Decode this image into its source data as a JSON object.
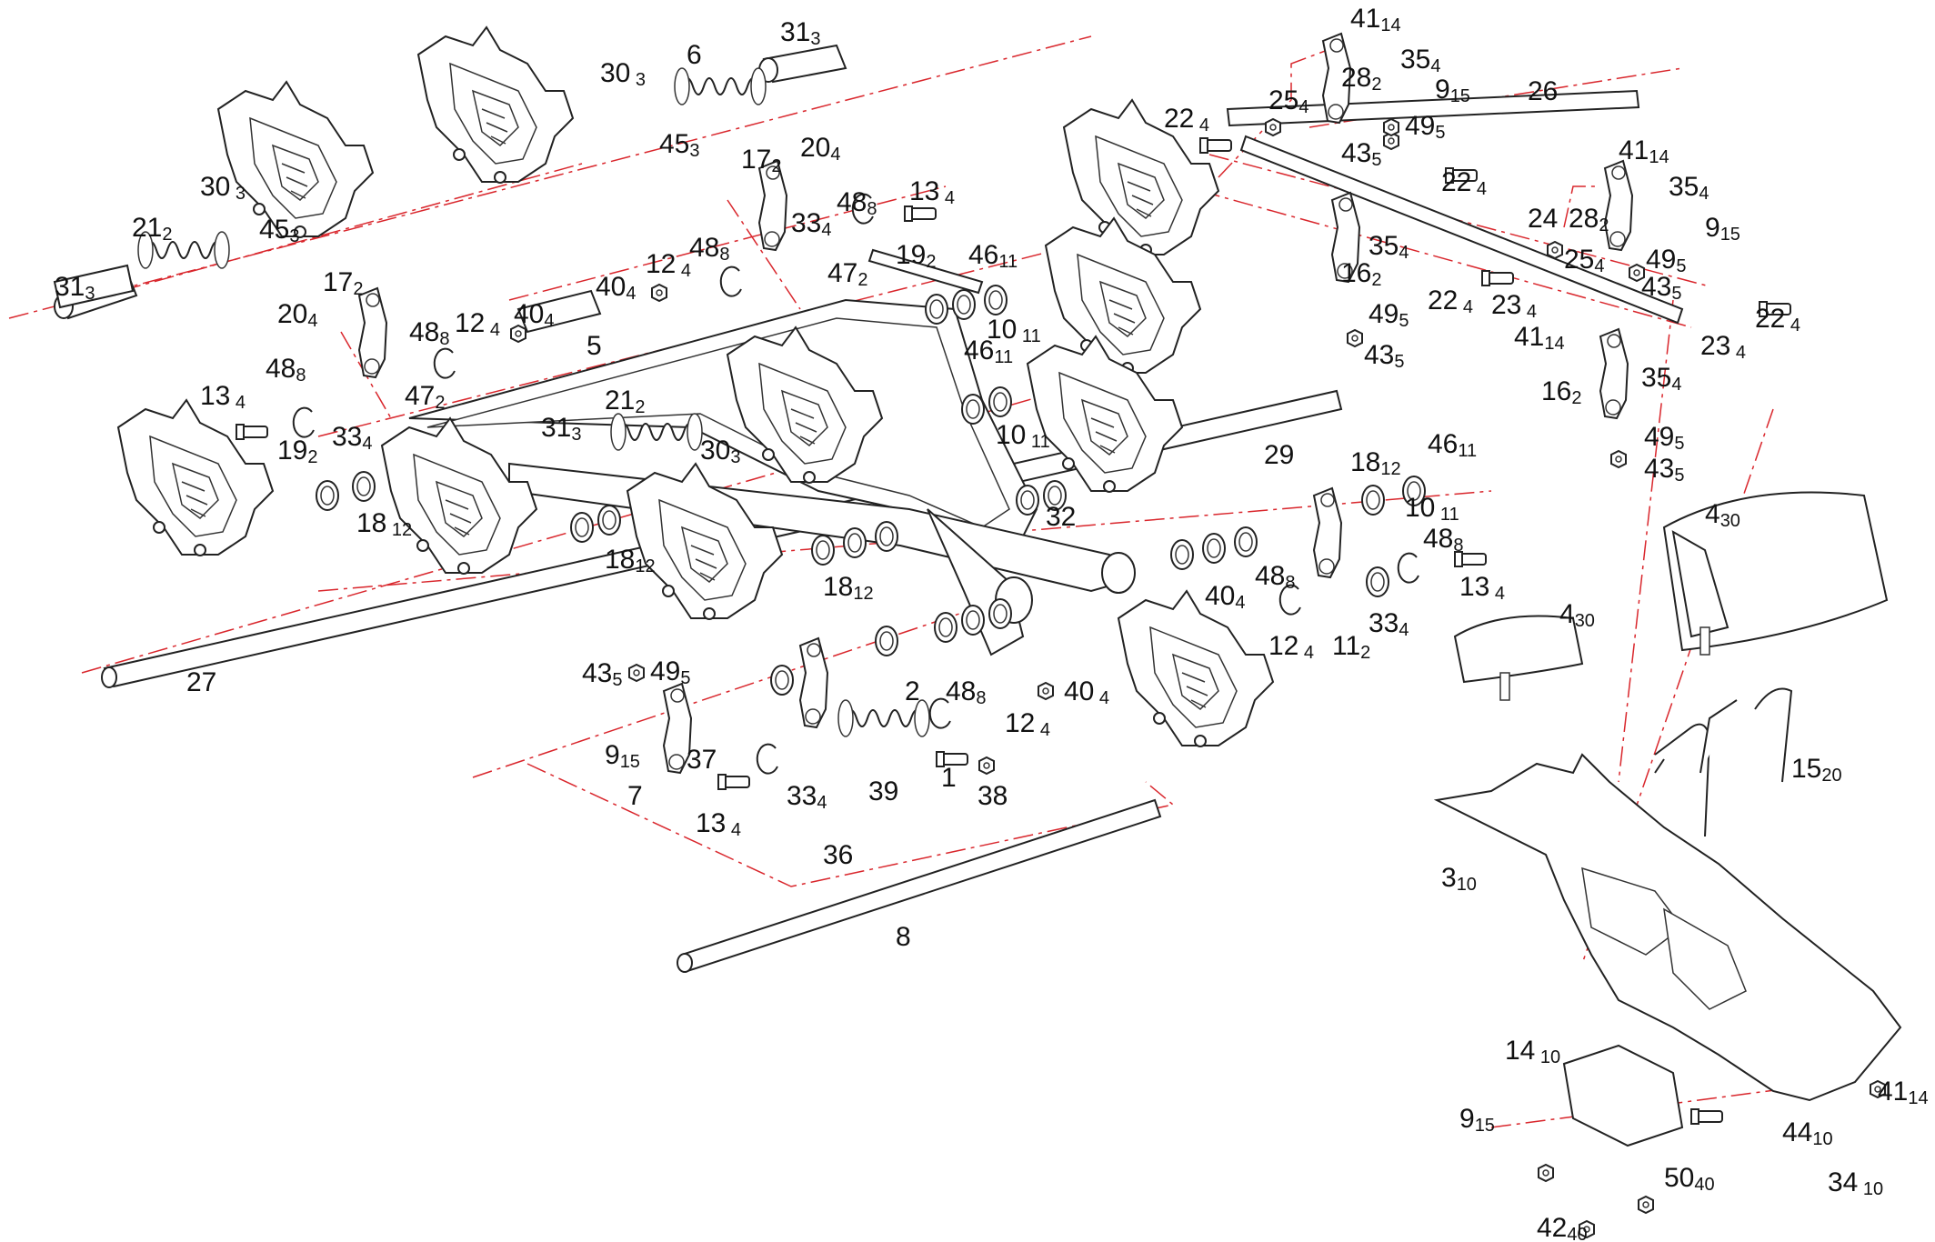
{
  "labels": [
    {
      "id": "p31a",
      "num": "31",
      "sub": "3"
    },
    {
      "id": "p21a",
      "num": "21",
      "sub": "2"
    },
    {
      "id": "p30a",
      "num": "30",
      "sub": " 3"
    },
    {
      "id": "p45a",
      "num": "45",
      "sub": "3"
    },
    {
      "id": "p30b",
      "num": "30",
      "sub": " 3"
    },
    {
      "id": "p6",
      "num": "6",
      "sub": ""
    },
    {
      "id": "p31b",
      "num": "31",
      "sub": "3"
    },
    {
      "id": "p45b",
      "num": "45",
      "sub": "3"
    },
    {
      "id": "p17a",
      "num": "17",
      "sub": "2"
    },
    {
      "id": "p20a",
      "num": "20",
      "sub": "4"
    },
    {
      "id": "p48a",
      "num": "48",
      "sub": "8"
    },
    {
      "id": "p13a",
      "num": "13",
      "sub": " 4"
    },
    {
      "id": "p33a",
      "num": "33",
      "sub": "4"
    },
    {
      "id": "p48b",
      "num": "48",
      "sub": "8"
    },
    {
      "id": "p12a",
      "num": "12",
      "sub": " 4"
    },
    {
      "id": "p40a",
      "num": "40",
      "sub": "4"
    },
    {
      "id": "p47a",
      "num": "47",
      "sub": "2"
    },
    {
      "id": "p19a",
      "num": "19",
      "sub": "2"
    },
    {
      "id": "p46a",
      "num": "46",
      "sub": "11"
    },
    {
      "id": "p17b",
      "num": "17",
      "sub": "2"
    },
    {
      "id": "p20b",
      "num": "20",
      "sub": "4"
    },
    {
      "id": "p48c",
      "num": "48",
      "sub": "8"
    },
    {
      "id": "p12b",
      "num": "12",
      "sub": " 4"
    },
    {
      "id": "p40b",
      "num": "40",
      "sub": "4"
    },
    {
      "id": "p5",
      "num": "5",
      "sub": ""
    },
    {
      "id": "p48d",
      "num": "48",
      "sub": "8"
    },
    {
      "id": "p13b",
      "num": "13",
      "sub": " 4"
    },
    {
      "id": "p47b",
      "num": "47",
      "sub": "2"
    },
    {
      "id": "p33b",
      "num": "33",
      "sub": "4"
    },
    {
      "id": "p19b",
      "num": "19",
      "sub": "2"
    },
    {
      "id": "p18a",
      "num": "18",
      "sub": " 12"
    },
    {
      "id": "p31c",
      "num": "31",
      "sub": "3"
    },
    {
      "id": "p21b",
      "num": "21",
      "sub": "2"
    },
    {
      "id": "p30c",
      "num": "30",
      "sub": "3"
    },
    {
      "id": "p18b",
      "num": "18",
      "sub": "12"
    },
    {
      "id": "p18c",
      "num": "18",
      "sub": "12"
    },
    {
      "id": "p10a",
      "num": "10",
      "sub": " 11"
    },
    {
      "id": "p46b",
      "num": "46",
      "sub": "11"
    },
    {
      "id": "p10b",
      "num": "10",
      "sub": " 11"
    },
    {
      "id": "p32",
      "num": "32",
      "sub": ""
    },
    {
      "id": "p29",
      "num": "29",
      "sub": ""
    },
    {
      "id": "p18d",
      "num": "18",
      "sub": "12"
    },
    {
      "id": "p46c",
      "num": "46",
      "sub": "11"
    },
    {
      "id": "p10c",
      "num": "10",
      "sub": " 11"
    },
    {
      "id": "p48e",
      "num": "48",
      "sub": "8"
    },
    {
      "id": "p13c",
      "num": "13",
      "sub": " 4"
    },
    {
      "id": "p48f",
      "num": "48",
      "sub": "8"
    },
    {
      "id": "p40c",
      "num": "40",
      "sub": "4"
    },
    {
      "id": "p33c",
      "num": "33",
      "sub": "4"
    },
    {
      "id": "p12c",
      "num": "12",
      "sub": " 4"
    },
    {
      "id": "p11",
      "num": "11",
      "sub": "2"
    },
    {
      "id": "p27",
      "num": "27",
      "sub": ""
    },
    {
      "id": "p43a",
      "num": "43",
      "sub": "5"
    },
    {
      "id": "p49a",
      "num": "49",
      "sub": "5"
    },
    {
      "id": "p2",
      "num": "2",
      "sub": ""
    },
    {
      "id": "p48g",
      "num": "48",
      "sub": "8"
    },
    {
      "id": "p40d",
      "num": "40",
      "sub": " 4"
    },
    {
      "id": "p12d",
      "num": "12",
      "sub": " 4"
    },
    {
      "id": "p9a",
      "num": "9",
      "sub": "15"
    },
    {
      "id": "p37",
      "num": "37",
      "sub": ""
    },
    {
      "id": "p7",
      "num": "7",
      "sub": ""
    },
    {
      "id": "p13d",
      "num": "13",
      "sub": " 4"
    },
    {
      "id": "p33d",
      "num": "33",
      "sub": "4"
    },
    {
      "id": "p39",
      "num": "39",
      "sub": ""
    },
    {
      "id": "p1",
      "num": "1",
      "sub": ""
    },
    {
      "id": "p38",
      "num": "38",
      "sub": ""
    },
    {
      "id": "p36",
      "num": "36",
      "sub": ""
    },
    {
      "id": "p8",
      "num": "8",
      "sub": ""
    },
    {
      "id": "p41a",
      "num": "41",
      "sub": "14"
    },
    {
      "id": "p35a",
      "num": "35",
      "sub": "4"
    },
    {
      "id": "p28a",
      "num": "28",
      "sub": "2"
    },
    {
      "id": "p9b",
      "num": "9",
      "sub": "15"
    },
    {
      "id": "p22a",
      "num": "22",
      "sub": " 4"
    },
    {
      "id": "p25a",
      "num": "25",
      "sub": "4"
    },
    {
      "id": "p26",
      "num": "26",
      "sub": ""
    },
    {
      "id": "p49b",
      "num": "49",
      "sub": "5"
    },
    {
      "id": "p43b",
      "num": "43",
      "sub": "5"
    },
    {
      "id": "p22b",
      "num": "22",
      "sub": " 4"
    },
    {
      "id": "p41b",
      "num": "41",
      "sub": "14"
    },
    {
      "id": "p35b",
      "num": "35",
      "sub": "4"
    },
    {
      "id": "p24",
      "num": "24",
      "sub": ""
    },
    {
      "id": "p28b",
      "num": "28",
      "sub": "2"
    },
    {
      "id": "p9c",
      "num": "9",
      "sub": "15"
    },
    {
      "id": "p35c",
      "num": "35",
      "sub": "4"
    },
    {
      "id": "p16a",
      "num": "16",
      "sub": "2"
    },
    {
      "id": "p25b",
      "num": "25",
      "sub": "4"
    },
    {
      "id": "p49c",
      "num": "49",
      "sub": "5"
    },
    {
      "id": "p43c",
      "num": "43",
      "sub": "5"
    },
    {
      "id": "p22c",
      "num": "22",
      "sub": " 4"
    },
    {
      "id": "p23a",
      "num": "23",
      "sub": " 4"
    },
    {
      "id": "p49d",
      "num": "49",
      "sub": "5"
    },
    {
      "id": "p43d",
      "num": "43",
      "sub": "5"
    },
    {
      "id": "p22d",
      "num": "22",
      "sub": " 4"
    },
    {
      "id": "p23b",
      "num": "23",
      "sub": " 4"
    },
    {
      "id": "p41c",
      "num": "41",
      "sub": "14"
    },
    {
      "id": "p35d",
      "num": "35",
      "sub": "4"
    },
    {
      "id": "p16b",
      "num": "16",
      "sub": "2"
    },
    {
      "id": "p49e",
      "num": "49",
      "sub": "5"
    },
    {
      "id": "p43e",
      "num": "43",
      "sub": "5"
    },
    {
      "id": "p4a",
      "num": "4",
      "sub": "30"
    },
    {
      "id": "p4b",
      "num": "4",
      "sub": "30"
    },
    {
      "id": "p15",
      "num": "15",
      "sub": "20"
    },
    {
      "id": "p3",
      "num": "3",
      "sub": "10"
    },
    {
      "id": "p14",
      "num": "14",
      "sub": " 10"
    },
    {
      "id": "p9d",
      "num": "9",
      "sub": "15"
    },
    {
      "id": "p41d",
      "num": "41",
      "sub": "14"
    },
    {
      "id": "p44",
      "num": "44",
      "sub": "10"
    },
    {
      "id": "p34",
      "num": "34",
      "sub": " 10"
    },
    {
      "id": "p50",
      "num": "50",
      "sub": "40"
    },
    {
      "id": "p42",
      "num": "42",
      "sub": "40"
    }
  ]
}
